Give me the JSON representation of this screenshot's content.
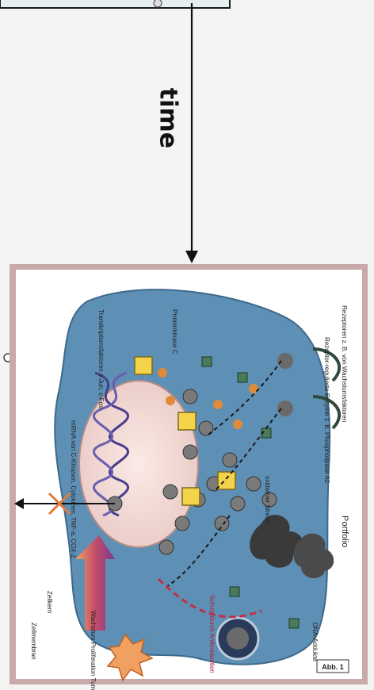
{
  "timeline": {
    "label": "time"
  },
  "figure": {
    "badge": "Abb. 1",
    "receptor_title": "Rezeptoren z. B. von Wachstumsfaktoren",
    "portfolio_label": "Portfolio",
    "labels": [
      "Rezeptor-regulierte Enzyme z. B. Phospholipase A2",
      "Proteinkinase C",
      "Transkriptionsfaktoren c-Jun, c-Fos",
      "Zellkern",
      "mRNA von C-Kinasen, Cytokinen, TNF-a, COX-2",
      "oxidativer Stress",
      "Schutz durch Antioxidantien",
      "DNA-Addukte",
      "Zellmembran",
      "Wachstum Proliferation Tumorbildung"
    ]
  },
  "colors": {
    "cell_fill": "#5e8fb4",
    "nucleus_fill": "#f3dcd8",
    "frame": "#c9a9a9",
    "arrow": "#7a3a8c",
    "cross": "#e07a3a"
  }
}
